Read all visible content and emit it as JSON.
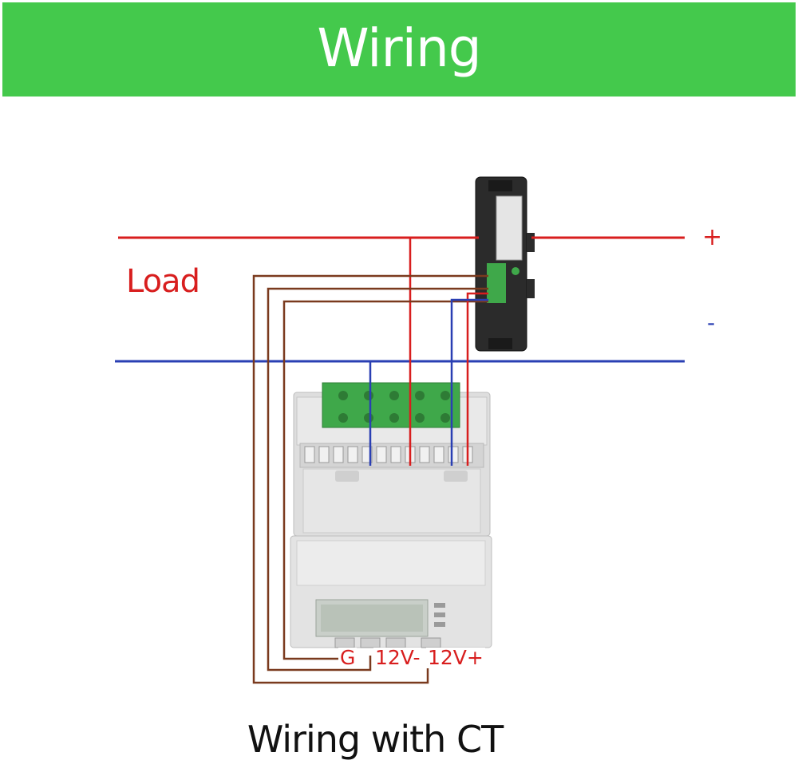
{
  "header": {
    "title": "Wiring"
  },
  "labels": {
    "load": "Load",
    "plus": "+",
    "minus": "-",
    "terminal_g": "G",
    "terminal_12v_minus": "12V-",
    "terminal_12v_plus": "12V+"
  },
  "caption": "Wiring with CT",
  "colors": {
    "banner": "#44c94c",
    "positive_wire": "#d81e1e",
    "negative_wire": "#2a3fb3",
    "signal_wire": "#7a3a1e",
    "meter_body": "#dcdcdc",
    "terminal_block": "#3fa84a",
    "ct_sensor": "#2b2b2b"
  }
}
